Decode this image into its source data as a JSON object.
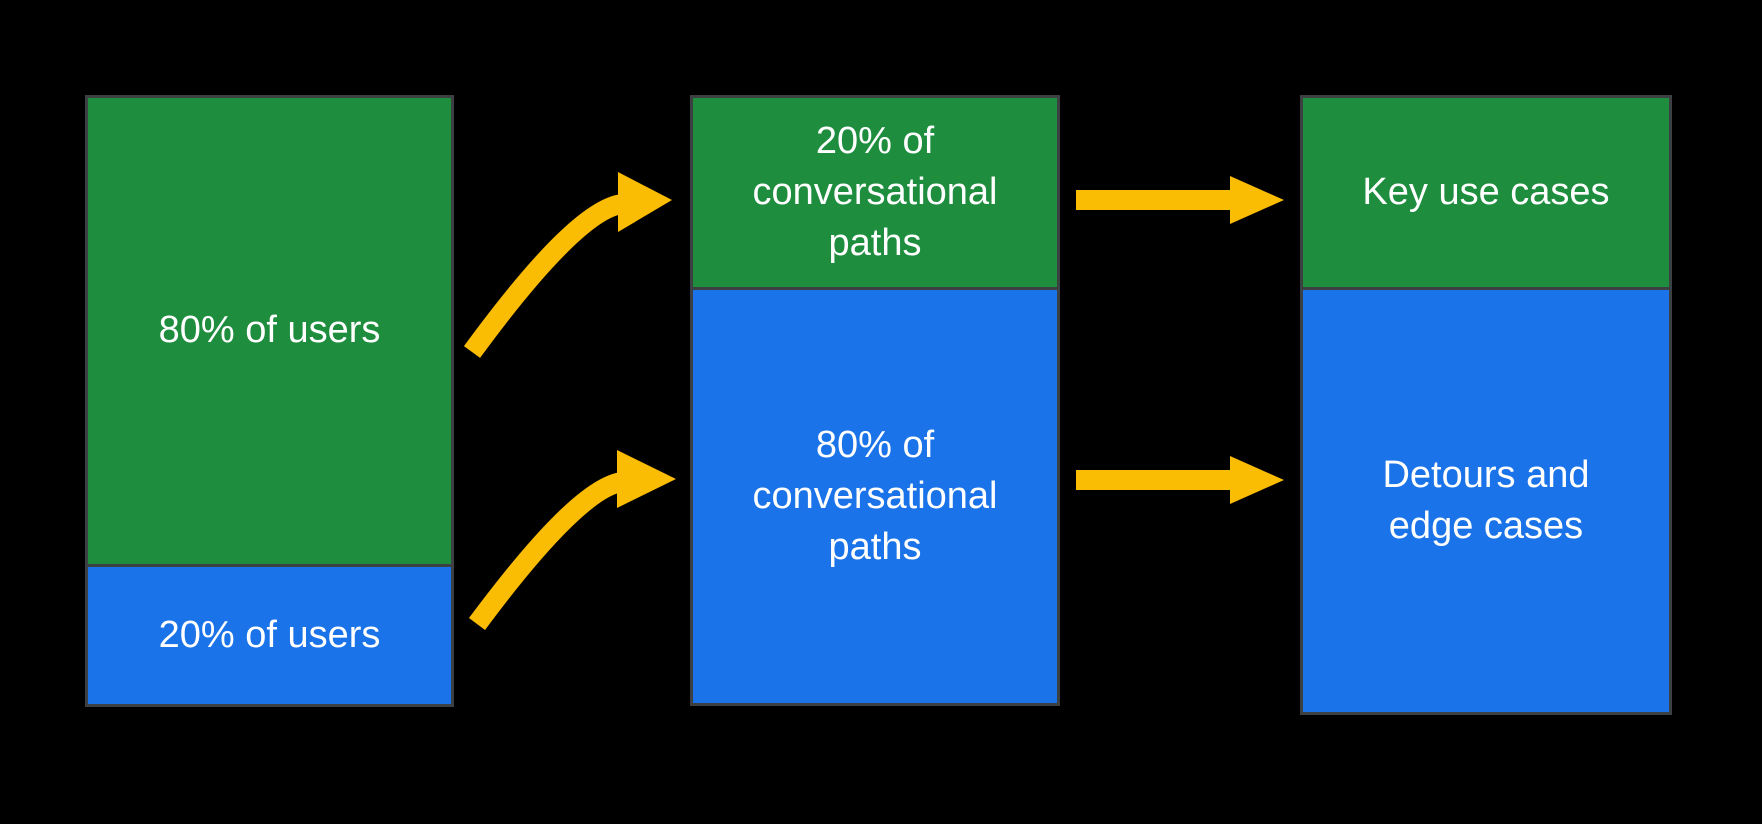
{
  "colors": {
    "bg": "#000000",
    "green": "#1E8E3E",
    "blue": "#1A73E8",
    "yellow": "#FBBC04",
    "border": "#3C4043",
    "text": "#FFFFFF"
  },
  "diagram": {
    "columns": [
      {
        "name": "users",
        "segments": [
          {
            "id": "users-majority",
            "color": "green",
            "percent": 80,
            "label": "80% of users"
          },
          {
            "id": "users-minority",
            "color": "blue",
            "percent": 20,
            "label": "20% of users"
          }
        ]
      },
      {
        "name": "conversational-paths",
        "segments": [
          {
            "id": "paths-key",
            "color": "green",
            "percent": 20,
            "label": "20% of\nconversational\npaths"
          },
          {
            "id": "paths-longtail",
            "color": "blue",
            "percent": 80,
            "label": "80% of\nconversational\npaths"
          }
        ]
      },
      {
        "name": "outcomes",
        "segments": [
          {
            "id": "outcome-key",
            "color": "green",
            "label": "Key use cases"
          },
          {
            "id": "outcome-edge",
            "color": "blue",
            "label": "Detours and\nedge cases"
          }
        ]
      }
    ],
    "arrows": [
      {
        "name": "curved-arrow-top",
        "from": "users-majority",
        "to": "paths-key"
      },
      {
        "name": "curved-arrow-bottom",
        "from": "users-minority",
        "to": "paths-longtail"
      },
      {
        "name": "straight-arrow-top",
        "from": "paths-key",
        "to": "outcome-key"
      },
      {
        "name": "straight-arrow-bottom",
        "from": "paths-longtail",
        "to": "outcome-edge"
      }
    ]
  }
}
